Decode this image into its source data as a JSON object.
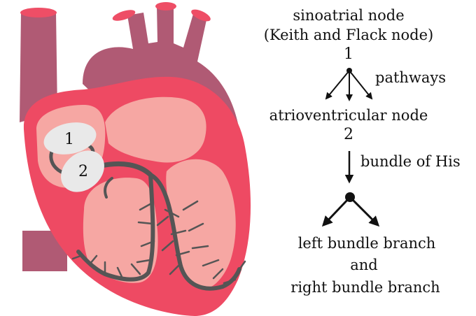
{
  "colors": {
    "vessel": "#b05a74",
    "vessel_top": "#ee4e66",
    "heart_outer": "#ee4a63",
    "heart_inner": "#f6a7a3",
    "node": "#e9e9e9",
    "conduction": "#555555",
    "text": "#111111"
  },
  "heart": {
    "node1_label": "1",
    "node2_label": "2"
  },
  "legend": {
    "sa_node_line1": "sinoatrial node",
    "sa_node_line2": "(Keith and Flack node)",
    "sa_number": "1",
    "pathways_label": "pathways",
    "av_node": "atrioventricular node",
    "av_number": "2",
    "bundle_label": "bundle of His",
    "left_branch": "left bundle branch",
    "conjunction": "and",
    "right_branch": "right bundle branch"
  }
}
